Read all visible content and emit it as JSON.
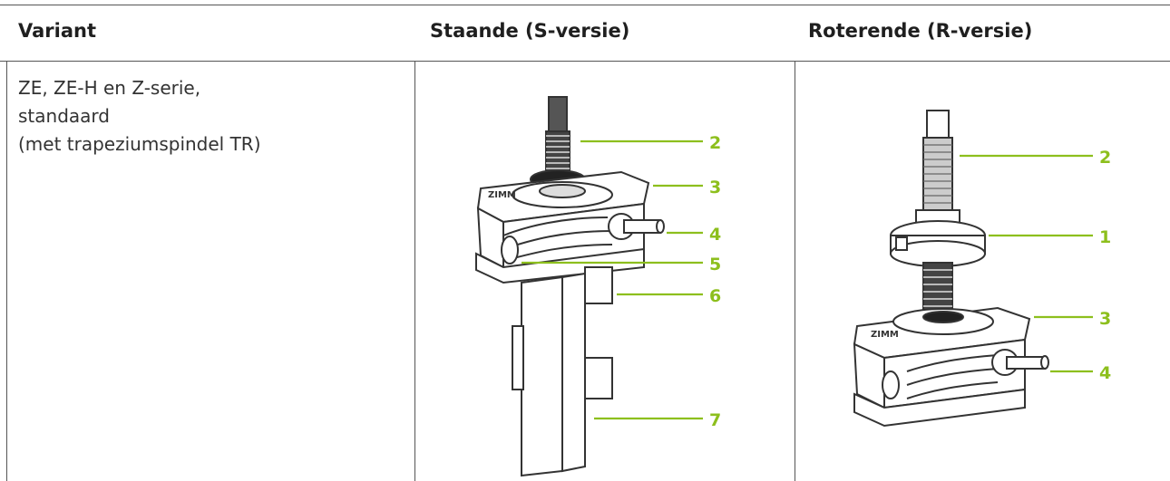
{
  "table": {
    "headers": [
      "Variant",
      "Staande (S-versie)",
      "Roterende (R-versie)"
    ],
    "row": {
      "variant_lines": [
        "ZE, ZE-H en Z-serie,",
        "standaard",
        "(met trapeziumspindel TR)"
      ]
    }
  },
  "s_version": {
    "callouts": [
      "2",
      "3",
      "4",
      "5",
      "6",
      "7"
    ],
    "housing_logo": "ZIMM"
  },
  "r_version": {
    "callouts": [
      "2",
      "1",
      "3",
      "4"
    ],
    "housing_logo": "ZIMM"
  },
  "colors": {
    "callout": "#8dbf1d",
    "rule": "#555555"
  }
}
